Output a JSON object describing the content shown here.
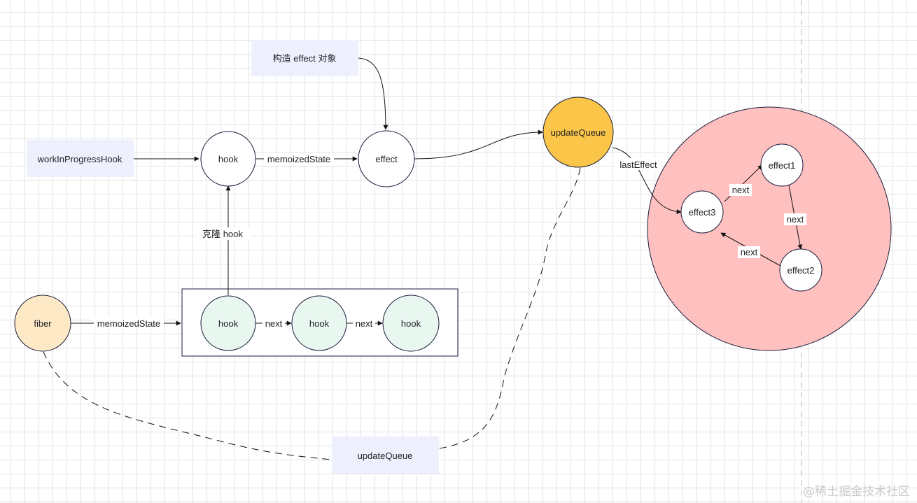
{
  "boxes": {
    "construct_effect": "构造 effect 对象",
    "work_in_progress_hook": "workInProgressHook",
    "update_queue_box": "updateQueue"
  },
  "nodes": {
    "hook_top": "hook",
    "effect": "effect",
    "update_queue": "updateQueue",
    "fiber": "fiber",
    "hook_list_1": "hook",
    "hook_list_2": "hook",
    "hook_list_3": "hook",
    "effect1": "effect1",
    "effect2": "effect2",
    "effect3": "effect3"
  },
  "edge_labels": {
    "hook_to_effect": "memoizedState",
    "fiber_to_hooks": "memoizedState",
    "clone_hook": "克隆 hook",
    "hook_next_1": "next",
    "hook_next_2": "next",
    "last_effect": "lastEffect",
    "effect3_to_effect1": "next",
    "effect1_to_effect2": "next",
    "effect2_to_effect3": "next"
  },
  "colors": {
    "box_fill": "#eef0fe",
    "hook_list_fill": "#e9f7f1",
    "fiber_fill": "#fde9c6",
    "update_queue_fill": "#fbc54a",
    "ring_fill": "#ffc0c0",
    "stroke": "#1a1a3a"
  },
  "watermark": "@稀土掘金技术社区"
}
